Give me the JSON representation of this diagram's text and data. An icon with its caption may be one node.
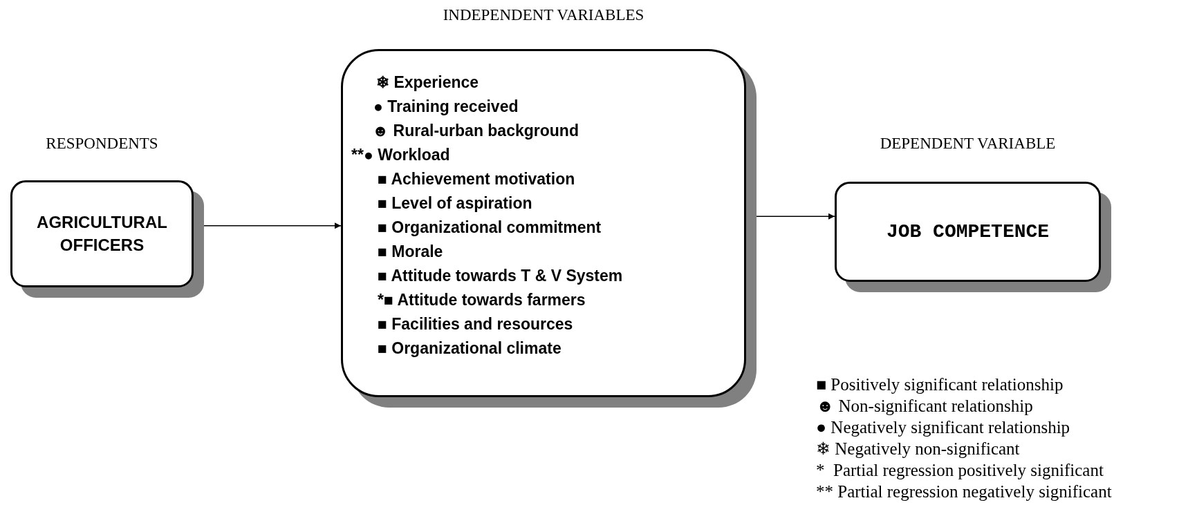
{
  "diagram": {
    "nodes": [
      {
        "text": [
          "RESPONDENTS",
          "AGRICULTURAL OFFICERS"
        ]
      },
      {
        "text": [
          "INDEPENDENT VARIABLES",
          "❄ Experience",
          "● Training received",
          "☻ Rural-urban background",
          "**● Workload",
          "■ Achievement motivation",
          "■ Level of aspiration",
          "■ Organizational commitment",
          "■ Morale",
          "■ Attitude towards T & V System",
          "*■ Attitude towards farmers",
          "■ Facilities and resources",
          "■ Organizational climate"
        ]
      },
      {
        "text": [
          "DEPENDENT VARIABLE",
          "JOB COMPETENCE"
        ]
      }
    ],
    "edges": [
      {
        "from": 0,
        "to": 1,
        "arrow": "to"
      },
      {
        "from": 1,
        "to": 2,
        "arrow": "to"
      }
    ],
    "legend": [
      {
        "text": "■ Positively significant relationship"
      },
      {
        "text": "☻ Non-significant relationship"
      },
      {
        "text": "● Negatively significant relationship"
      },
      {
        "text": "❄ Negatively non-significant"
      },
      {
        "text": "*  Partial regression positively significant"
      },
      {
        "text": "** Partial regression negatively significant"
      }
    ]
  }
}
